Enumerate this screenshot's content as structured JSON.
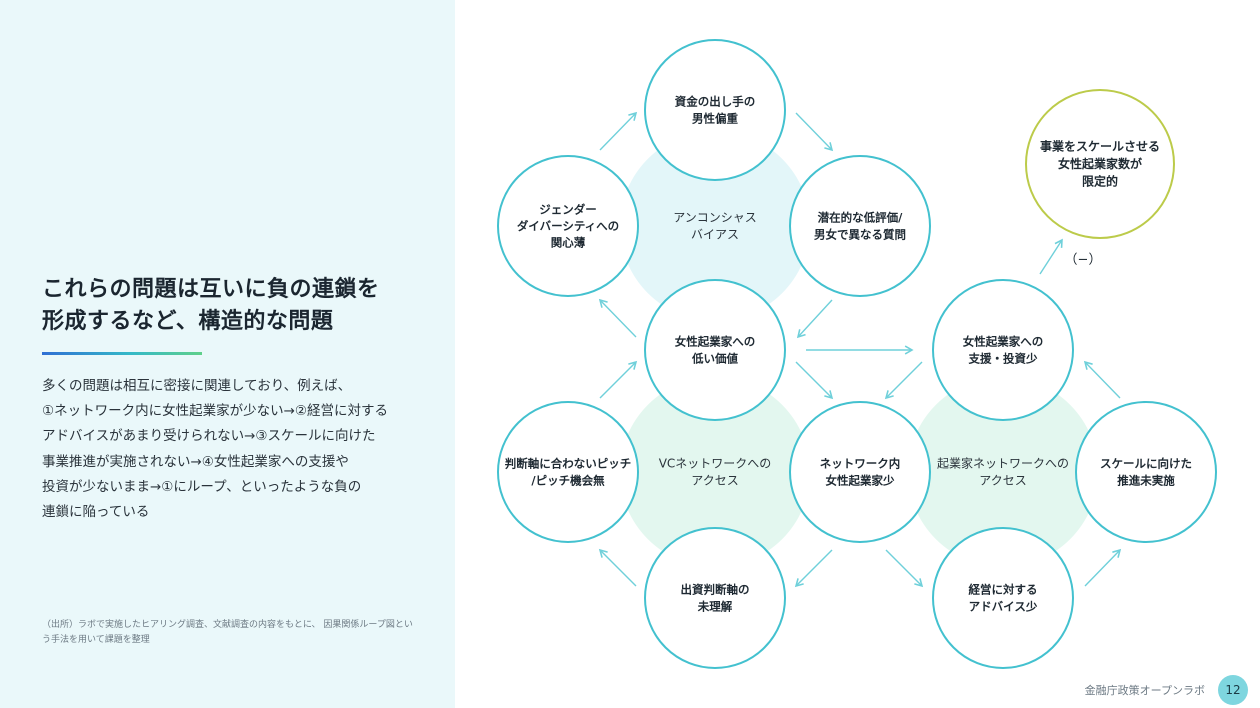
{
  "slide": {
    "heading_lines": [
      "これらの問題は互いに負の連鎖を",
      "形成するなど、構造的な問題"
    ],
    "body_lines": [
      "多くの問題は相互に密接に関連しており、例えば、",
      "①ネットワーク内に女性起業家が少ない→②経営に対する",
      "アドバイスがあまり受けられない→③スケールに向けた",
      "事業推進が実施されない→④女性起業家への支援や",
      "投資が少ないまま→①にループ、といったような負の",
      "連鎖に陥っている"
    ],
    "source_lines": [
      "（出所）ラボで実施したヒアリング調査、文献調査の内容をもとに、 因果関係ループ図とい",
      "う手法を用いて課題を整理"
    ],
    "footer_org": "金融庁政策オープンラボ",
    "page_number": "12"
  },
  "colors": {
    "circle_stroke": "#43c1cf",
    "outcome_stroke": "#bccb4a",
    "arrow": "#6fd0da",
    "hub_fill_blue": "#e3f6f9",
    "hub_fill_green": "#e3f7ef"
  },
  "diagram": {
    "hubs": [
      {
        "id": "unconscious-bias",
        "lines": [
          "アンコンシャス",
          "バイアス"
        ]
      },
      {
        "id": "vc-network-access",
        "lines": [
          "VCネットワークへの",
          "アクセス"
        ]
      },
      {
        "id": "entrepreneur-network-access",
        "lines": [
          "起業家ネットワークへの",
          "アクセス"
        ]
      }
    ],
    "nodes": [
      {
        "id": "investor-gender-bias",
        "lines": [
          "資金の出し手の",
          "男性偏重"
        ]
      },
      {
        "id": "potential-undervaluation",
        "lines": [
          "潜在的な低評価/",
          "男女で異なる質問"
        ]
      },
      {
        "id": "low-interest-diversity",
        "lines": [
          "ジェンダー",
          "ダイバーシティへの",
          "関心薄"
        ]
      },
      {
        "id": "low-value-women-founders",
        "lines": [
          "女性起業家への",
          "低い価値"
        ]
      },
      {
        "id": "pitch-mismatch",
        "lines": [
          "判断軸に合わないピッチ",
          "/ピッチ機会無"
        ]
      },
      {
        "id": "few-women-in-network",
        "lines": [
          "ネットワーク内",
          "女性起業家少"
        ]
      },
      {
        "id": "investor-criteria-misunderstanding",
        "lines": [
          "出資判断軸の",
          "未理解"
        ]
      },
      {
        "id": "low-support-investment",
        "lines": [
          "女性起業家への",
          "支援・投資少"
        ]
      },
      {
        "id": "no-scale-push",
        "lines": [
          "スケールに向けた",
          "推進未実施"
        ]
      },
      {
        "id": "little-management-advice",
        "lines": [
          "経営に対する",
          "アドバイス少"
        ]
      }
    ],
    "outcome": {
      "id": "limited-scaling-founders",
      "lines": [
        "事業をスケールさせる",
        "女性起業家数が",
        "限定的"
      ]
    },
    "negative_label": "（−）"
  }
}
